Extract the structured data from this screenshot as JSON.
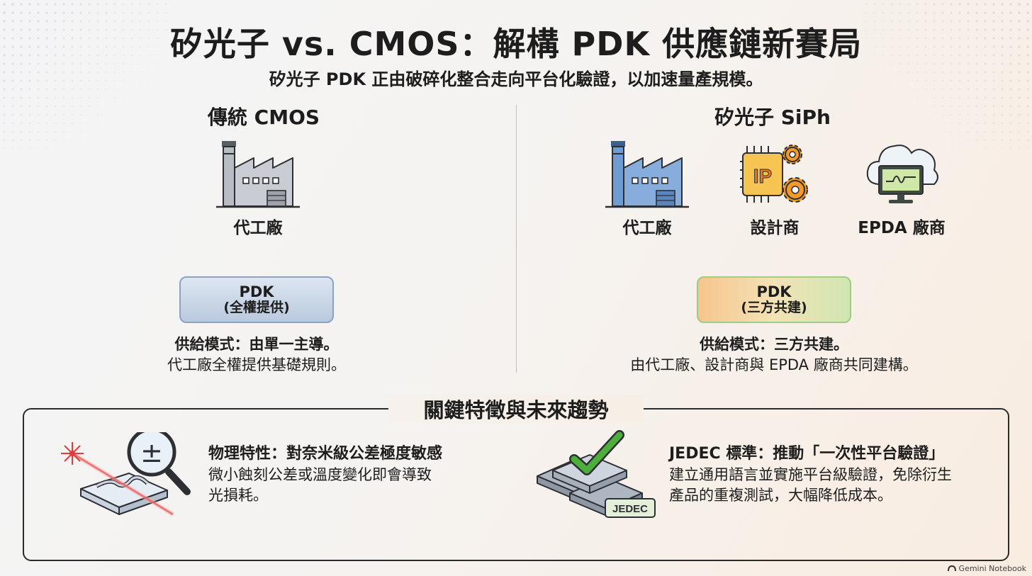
{
  "title": "矽光子 vs. CMOS：解構 PDK 供應鏈新賽局",
  "subtitle": "矽光子 PDK 正由破碎化整合走向平台化驗證，以加速量產規模。",
  "left": {
    "heading": "傳統 CMOS",
    "icons": [
      {
        "icon": "factory-icon",
        "label": "代工廠"
      }
    ],
    "pdk": {
      "line1": "PDK",
      "line2": "(全權提供)"
    },
    "model": {
      "bold": "供給模式：由單一主導。",
      "desc": "代工廠全權提供基礎規則。"
    }
  },
  "right": {
    "heading": "矽光子 SiPh",
    "icons": [
      {
        "icon": "factory-icon",
        "label": "代工廠"
      },
      {
        "icon": "ip-chip-gears-icon",
        "label": "設計商"
      },
      {
        "icon": "cloud-monitor-icon",
        "label": "EPDA 廠商"
      }
    ],
    "pdk": {
      "line1": "PDK",
      "line2": "(三方共建)"
    },
    "model": {
      "bold": "供給模式：三方共建。",
      "desc": "由代工廠、設計商與 EPDA 廠商共同建構。"
    }
  },
  "features": {
    "title": "關鍵特徵與未來趨勢",
    "items": [
      {
        "icon": "laser-magnifier-icon",
        "title": "物理特性：對奈米級公差極度敏感",
        "desc_line1": "微小蝕刻公差或溫度變化即會導致",
        "desc_line2": "光損耗。",
        "icon_text": "±"
      },
      {
        "icon": "jedec-checkmark-icon",
        "title": "JEDEC 標準：推動「一次性平台驗證」",
        "desc_line1": "建立通用語言並實施平台級驗證，免除衍生",
        "desc_line2": "產品的重複測試，大幅降低成本。",
        "icon_text": "JEDEC"
      }
    ]
  },
  "watermark": "Gemini Notebook",
  "colors": {
    "cmos_box": "#b9c9de",
    "siph_box_start": "#f6c58e",
    "siph_box_end": "#cfe6b0",
    "factory_gray": "#b8bcc3",
    "factory_blue": "#6f9bd1",
    "check_green": "#4caf3c",
    "laser_red": "#e23b3b"
  }
}
